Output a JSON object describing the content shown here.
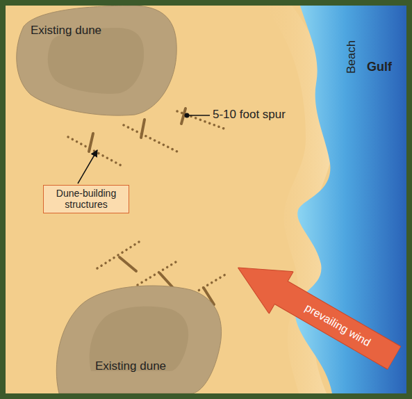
{
  "diagram": {
    "nodes": [
      {
        "text": [
          "Existing dune"
        ]
      },
      {
        "text": [
          "Dune-building structures"
        ]
      },
      {
        "text": [
          "prevailing wind"
        ]
      },
      {
        "text": [
          "Existing dune"
        ]
      }
    ],
    "labels": [
      "Beach",
      "5-10 foot spur",
      "Gulf"
    ]
  }
}
